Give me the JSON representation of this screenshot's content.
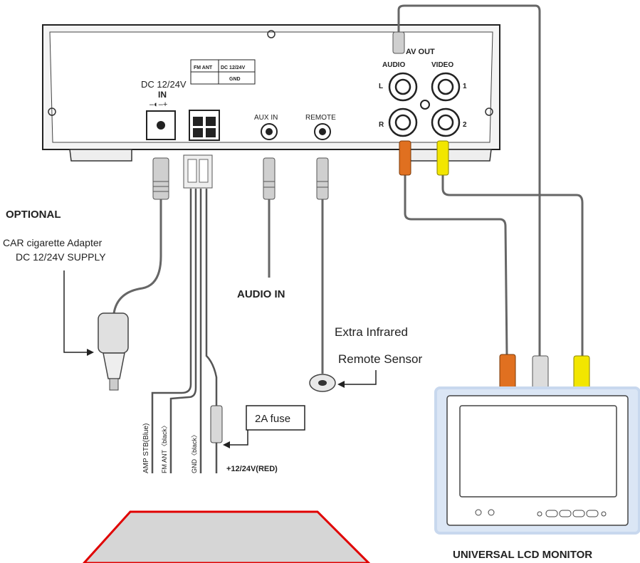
{
  "unit": {
    "dc_label_line1": "DC 12/24V",
    "dc_label_line2": "IN",
    "fm_ant": "FM ANT",
    "dc_table": "DC 12/24V",
    "gnd_table": "GND",
    "aux_in": "AUX IN",
    "remote": "REMOTE",
    "av_out": "AV OUT",
    "audio": "AUDIO",
    "video": "VIDEO",
    "port_l": "L",
    "port_r": "R",
    "port_1": "1",
    "port_2": "2"
  },
  "labels": {
    "optional": "OPTIONAL",
    "car_adapter_line1": "CAR cigarette Adapter",
    "car_adapter_line2": "DC 12/24V SUPPLY",
    "audio_in": "AUDIO IN",
    "ir_line1": "Extra Infrared",
    "ir_line2": "Remote Sensor",
    "fuse": "2A fuse",
    "power": "+12/24V(RED)",
    "amp_stb": "AMP STB(Blue)",
    "fm_ant_wire": "FM ANT〈black〉",
    "gnd_wire": "GND〈black〉",
    "monitor": "UNIVERSAL LCD MONITOR"
  },
  "colors": {
    "orange_plug": "#e07020",
    "yellow_plug": "#f2e600",
    "red_outline": "#e00000",
    "gray_fill": "#d6d6d6",
    "monitor_frame": "#c8d8ee"
  }
}
